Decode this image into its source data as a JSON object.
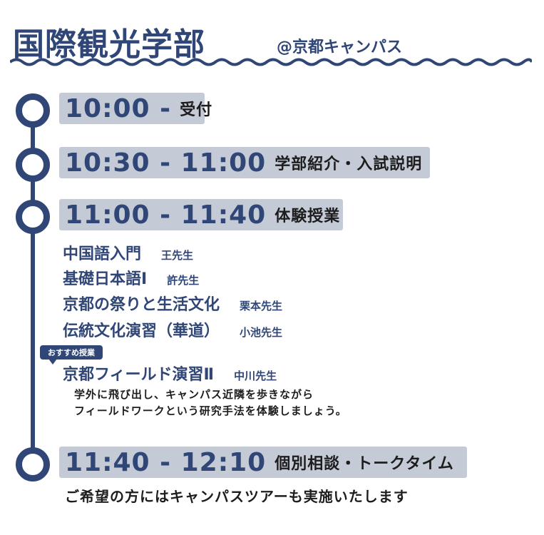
{
  "header": {
    "title": "国際観光学部",
    "subtitle": "@京都キャンパス"
  },
  "schedule": [
    {
      "time": "10:00 -",
      "desc": "受付"
    },
    {
      "time": "10:30 - 11:00",
      "desc": "学部紹介・入試説明"
    },
    {
      "time": "11:00 - 11:40",
      "desc": "体験授業"
    },
    {
      "time": "11:40 - 12:10",
      "desc": "個別相談・トークタイム"
    }
  ],
  "courses": [
    {
      "name": "中国語入門",
      "teacher": "王先生"
    },
    {
      "name": "基礎日本語Ⅰ",
      "teacher": "許先生"
    },
    {
      "name": "京都の祭りと生活文化",
      "teacher": "栗本先生"
    },
    {
      "name": "伝統文化演習（華道）",
      "teacher": "小池先生"
    },
    {
      "name": "京都フィールド演習Ⅱ",
      "teacher": "中川先生"
    }
  ],
  "recommended_badge": "おすすめ授業",
  "field_note": [
    "学外に飛び出し、キャンパス近隣を歩きながら",
    "フィールドワークという研究手法を体験しましょう。"
  ],
  "footer": "ご希望の方にはキャンパスツアーも実施いたします",
  "colors": {
    "navy": "#2f4676",
    "bar_bg": "#c5cad7"
  }
}
